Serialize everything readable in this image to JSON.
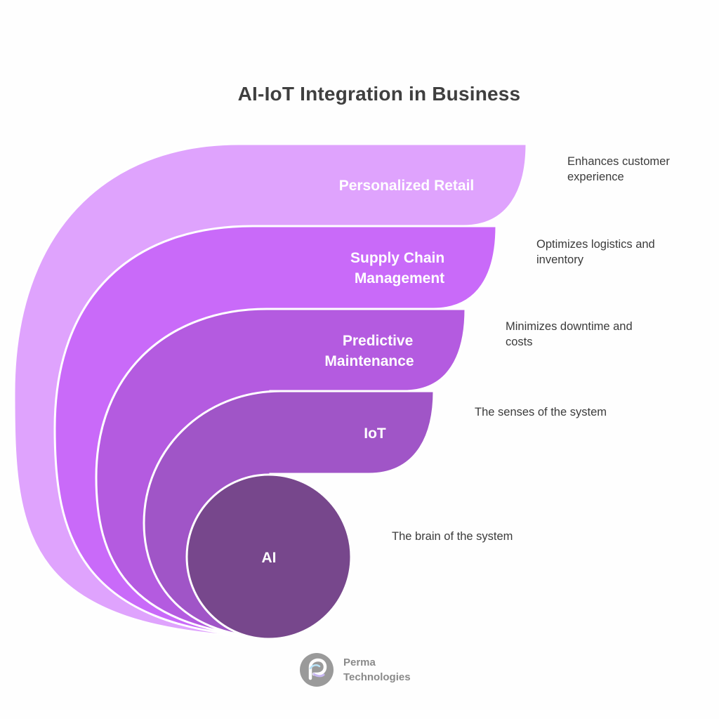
{
  "title": "AI-IoT Integration in Business",
  "layers": [
    {
      "label_lines": [
        "Personalized Retail"
      ],
      "description": "Enhances customer experience",
      "color": "#dfa3fd"
    },
    {
      "label_lines": [
        "Supply Chain",
        "Management"
      ],
      "description": "Optimizes logistics and inventory",
      "color": "#c96af9"
    },
    {
      "label_lines": [
        "Predictive",
        "Maintenance"
      ],
      "description": "Minimizes downtime and costs",
      "color": "#b45be0"
    },
    {
      "label_lines": [
        "IoT"
      ],
      "description": "The senses of the system",
      "color": "#a055c7"
    },
    {
      "label_lines": [
        "AI"
      ],
      "description": "The brain of the system",
      "color": "#77478c"
    }
  ],
  "logo": {
    "line1": "Perma",
    "line2": "Technologies",
    "icon": "perma-logo-icon"
  }
}
